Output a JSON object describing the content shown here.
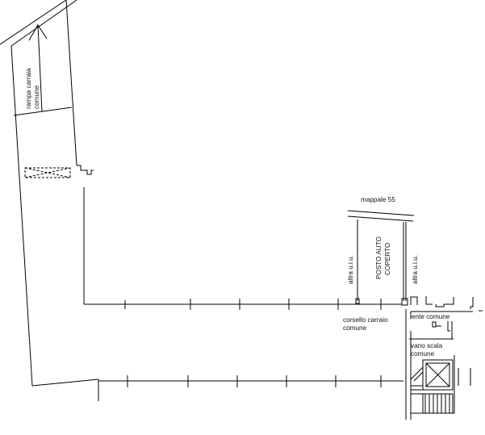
{
  "drawing": {
    "ramp_label_line1": "rampa carraia",
    "ramp_label_line2": "comune",
    "parcel_label": "mappale 55",
    "other_unit_left": "altra u.i.u.",
    "other_unit_right": "altra u.i.u.",
    "parking_line1": "POSTO AUTO",
    "parking_line2": "COPERTO",
    "driveway_line1": "corsello carraio",
    "driveway_line2": "comune",
    "common_entrance": "ente comune",
    "stairwell_line1": "vano scala",
    "stairwell_line2": "comune"
  }
}
